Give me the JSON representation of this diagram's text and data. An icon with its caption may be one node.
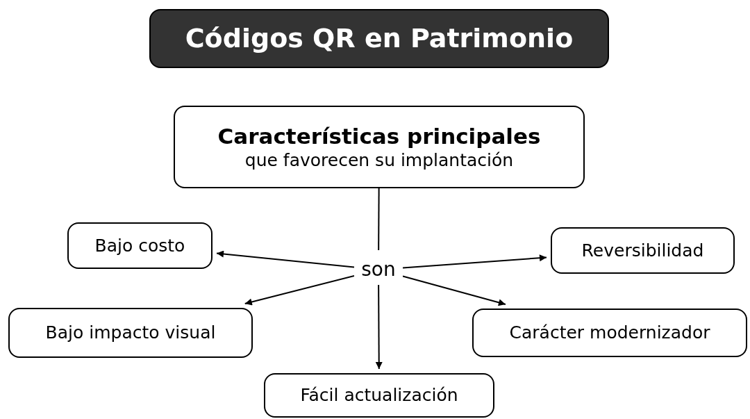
{
  "diagram": {
    "title": "Códigos QR en Patrimonio",
    "nodes": [
      {
        "text": [
          "Características principales",
          "que favorecen su implantación"
        ]
      },
      {
        "text": [
          "son"
        ]
      },
      {
        "text": [
          "Bajo costo"
        ]
      },
      {
        "text": [
          "Reversibilidad"
        ]
      },
      {
        "text": [
          "Bajo impacto visual"
        ]
      },
      {
        "text": [
          "Carácter modernizador"
        ]
      },
      {
        "text": [
          "Fácil actualización"
        ]
      }
    ],
    "edges": [
      {
        "from": 0,
        "to": 1,
        "arrow": "none"
      },
      {
        "from": 1,
        "to": 2,
        "arrow": "to"
      },
      {
        "from": 1,
        "to": 3,
        "arrow": "to"
      },
      {
        "from": 1,
        "to": 4,
        "arrow": "to"
      },
      {
        "from": 1,
        "to": 5,
        "arrow": "to"
      },
      {
        "from": 1,
        "to": 6,
        "arrow": "to"
      }
    ]
  }
}
